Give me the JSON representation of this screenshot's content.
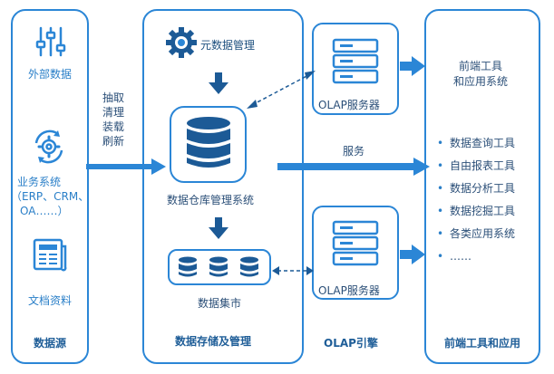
{
  "source_panel": {
    "items": [
      {
        "label": "外部数据",
        "icon": "sliders-icon"
      },
      {
        "label": "业务系统",
        "sublabel_1": "（ERP、CRM、",
        "sublabel_2": "OA……）",
        "icon": "gear-cycle-icon"
      },
      {
        "label": "文档资料",
        "icon": "newspaper-icon"
      }
    ],
    "title": "数据源"
  },
  "etl_label": [
    "抽取",
    "清理",
    "装载",
    "刷新"
  ],
  "storage_panel": {
    "metadata": "元数据管理",
    "dw": "数据仓库管理系统",
    "mart": "数据集市",
    "title": "数据存储及管理"
  },
  "olap": {
    "server_top": "OLAP服务器",
    "server_bottom": "OLAP服务器",
    "service": "服务",
    "title": "OLAP引擎"
  },
  "frontend_panel": {
    "header_1": "前端工具",
    "header_2": "和应用系统",
    "bullet": "•",
    "items": [
      "数据查询工具",
      "自由报表工具",
      "数据分析工具",
      "数据挖掘工具",
      "各类应用系统",
      "……"
    ],
    "title": "前端工具和应用"
  },
  "colors": {
    "primary": "#2b86d6",
    "text": "#2a7fc8",
    "dark_text": "#2b4f78"
  }
}
